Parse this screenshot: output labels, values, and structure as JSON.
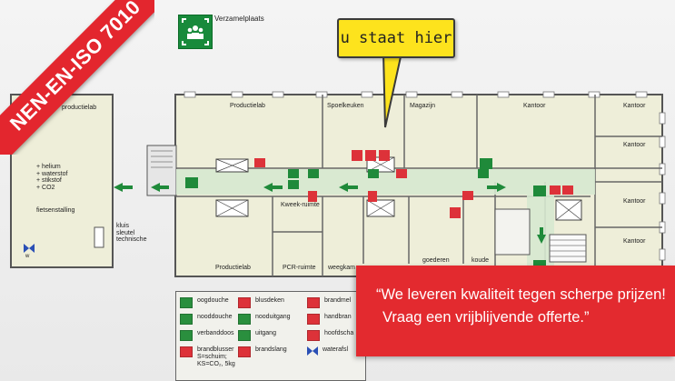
{
  "ribbon": "NEN-EN-ISO 7010",
  "bubble": "u staat hier",
  "assembly": {
    "label": "Verzamelplaats",
    "icon": "assembly-point-icon"
  },
  "quote": {
    "line1": "“We leveren kwaliteit tegen scherpe prijzen!",
    "line2": "Vraag een vrijblijvende offerte.”"
  },
  "rooms": {
    "productielab_left": "productielab",
    "productielab_top": "Productielab",
    "spoelkeuken": "Spoelkeuken",
    "magazijn": "Magazijn",
    "kantoor_top": "Kantoor",
    "kantoor_r1": "Kantoor",
    "kantoor_r2": "Kantoor",
    "kantoor_r3": "Kantoor",
    "kantoor_r4": "Kantoor",
    "kweek": "Kweek-ruimte",
    "productielab_bottom": "Productielab",
    "pcr": "PCR-ruimte",
    "weegkamer": "weegkam",
    "goederen": "goederen",
    "koude": "koude",
    "fietsenstalling": "fietsenstalling"
  },
  "gases": [
    "helium",
    "waterstof",
    "stikstof",
    "CO2"
  ],
  "technische": [
    "kluis",
    "sleutel",
    "technische"
  ],
  "valve_label": "w",
  "legend": [
    {
      "text": "oogdouche",
      "icon": "eyewash-icon",
      "color": "#2a8f3e"
    },
    {
      "text": "nooddouche",
      "icon": "emergency-shower-icon",
      "color": "#2a8f3e"
    },
    {
      "text": "verbanddoos",
      "icon": "first-aid-icon",
      "color": "#2a8f3e"
    },
    {
      "text": "brandblusser\nS=schuim;\nKS=CO₂, 5kg",
      "icon": "extinguisher-icon",
      "color": "#dd3239"
    },
    {
      "text": "blusdeken",
      "icon": "fire-blanket-icon",
      "color": "#dd3239"
    },
    {
      "text": "nooduitgang",
      "icon": "emergency-exit-icon",
      "color": "#2a8f3e"
    },
    {
      "text": "uitgang",
      "icon": "exit-icon",
      "color": "#2a8f3e"
    },
    {
      "text": "brandslang",
      "icon": "fire-hose-icon",
      "color": "#dd3239"
    },
    {
      "text": "brandmel",
      "icon": "fire-alarm-icon",
      "color": "#dd3239"
    },
    {
      "text": "handbran",
      "icon": "manual-call-point-icon",
      "color": "#dd3239"
    },
    {
      "text": "hoofdscha",
      "icon": "main-switch-icon",
      "color": "#dd3239"
    },
    {
      "text": "waterafsl",
      "icon": "water-shutoff-icon",
      "color": "#2a4fb5"
    }
  ],
  "colors": {
    "ribbon": "#e3262e",
    "bubble": "#fde31d",
    "quote": "#e32a2f",
    "safety_green": "#2a8f3e",
    "fire_red": "#dd3239",
    "route": "#d6e8cf",
    "floor": "#eeeed9"
  }
}
